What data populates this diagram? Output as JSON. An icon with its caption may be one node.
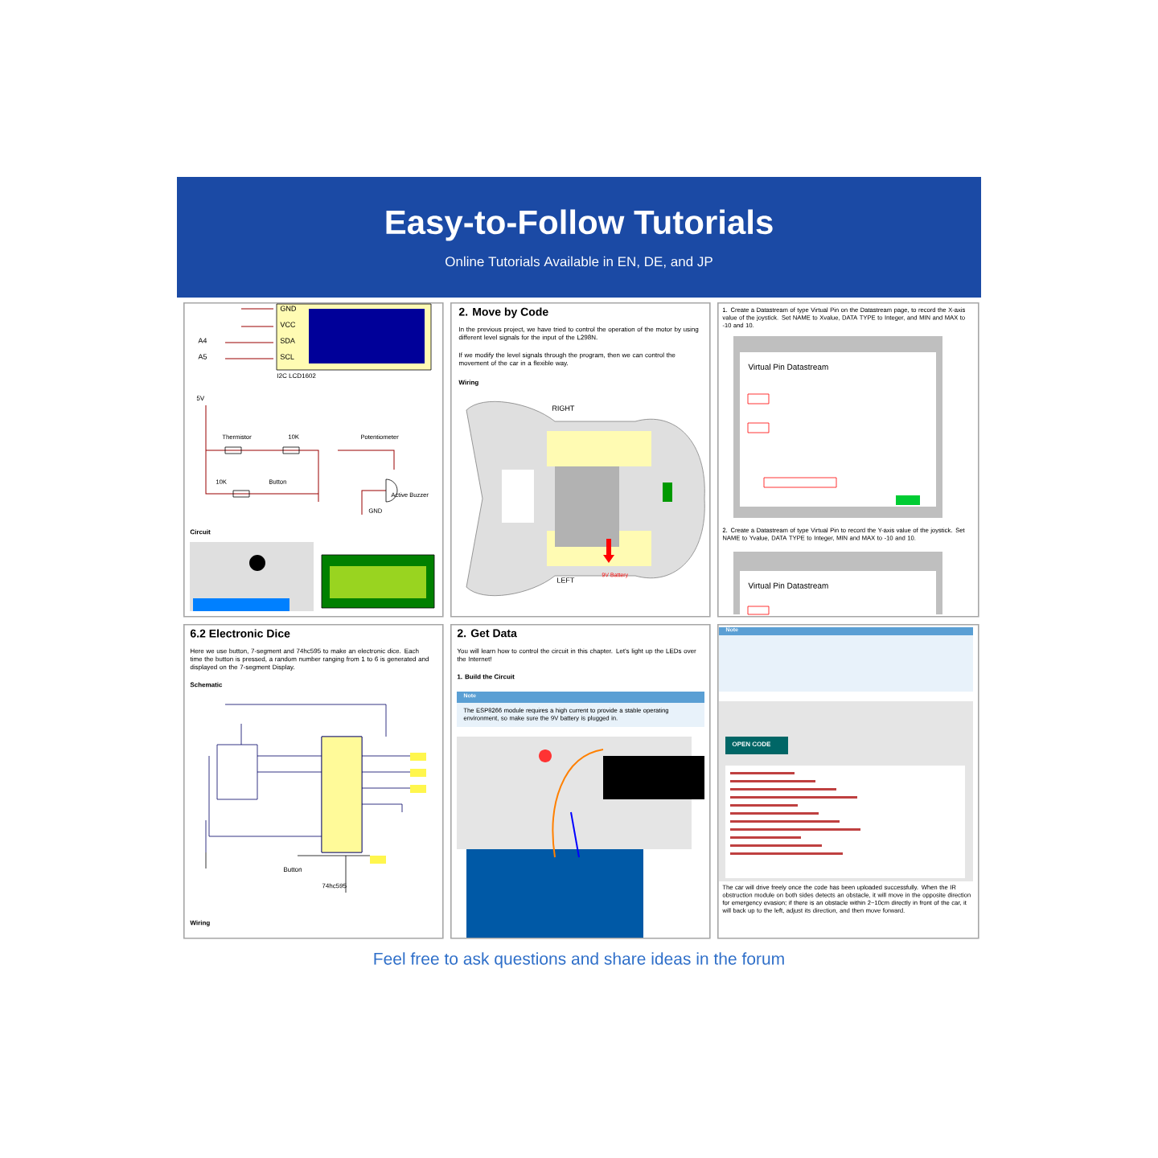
{
  "diagram": {
    "title": "Easy-to-Follow Tutorials",
    "caption": "Feel free to ask questions and share ideas in the forum",
    "labels": [
      "Online Tutorials Available in EN, DE, and JP"
    ],
    "nodes": [
      {
        "text": [
          "GND",
          "VCC",
          "SDA",
          "SCL",
          "A4",
          "A5",
          "I2C LCD1602",
          "5V",
          "Thermistor",
          "10K",
          "Potentiometer",
          "10K",
          "Button",
          "Active Buzzer",
          "GND",
          "Circuit"
        ]
      },
      {
        "text": [
          "2. Move by Code",
          "In the previous project, we have tried to control the operation of the motor by using different level signals for the input of the L298N.",
          "If we modify the level signals through the program, then we can control the movement of the car in a flexible way.",
          "Wiring",
          "RIGHT",
          "LEFT",
          "9V Battery"
        ]
      },
      {
        "text": [
          "1. Create a Datastream of type Virtual Pin on the Datastream page, to record the X-axis value of the joystick. Set NAME to Xvalue, DATA TYPE to Integer, and MIN and MAX to -10 and 10.",
          "Virtual Pin Datastream",
          "2. Create a Datastream of type Virtual Pin to record the Y-axis value of the joystick. Set NAME to Yvalue, DATA TYPE to Integer, MIN and MAX to -10 and 10.",
          "Virtual Pin Datastream"
        ]
      },
      {
        "text": [
          "6.2 Electronic Dice",
          "Here we use button, 7-segment and 74hc595 to make an electronic dice. Each time the button is pressed, a random number ranging from 1 to 6 is generated and displayed on the 7-segment Display.",
          "Schematic",
          "74hc595",
          "Button",
          "Wiring"
        ]
      },
      {
        "text": [
          "2. Get Data",
          "You will learn how to control the circuit in this chapter. Let's light up the LEDs over the Internet!",
          "1. Build the Circuit",
          "Note",
          "The ESP8266 module requires a high current to provide a stable operating environment, so make sure the 9V battery is plugged in."
        ]
      },
      {
        "text": [
          "Note",
          "OPEN CODE",
          "The car will drive freely once the code has been uploaded successfully. When the IR obstruction module on both sides detects an obstacle, it will move in the opposite direction for emergency evasion; if there is an obstacle within 2~10cm directly in front of the car, it will back up to the left, adjust its direction, and then move forward."
        ]
      }
    ]
  }
}
